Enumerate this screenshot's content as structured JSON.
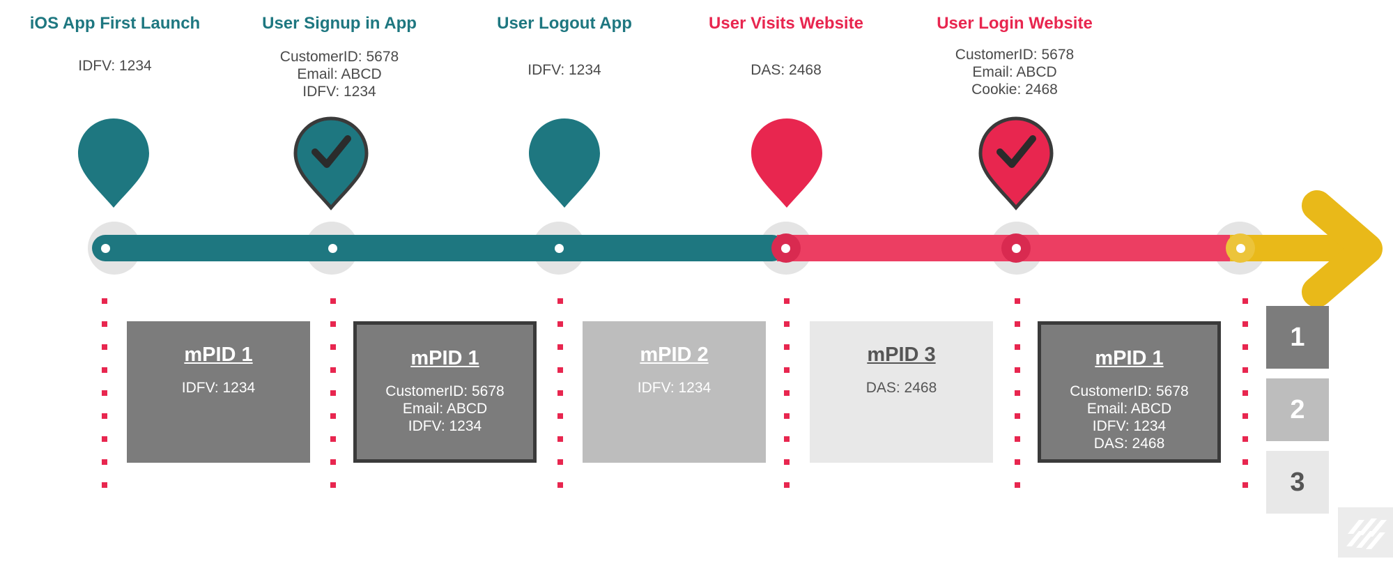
{
  "colors": {
    "teal": "#1e7780",
    "pink": "#e8264f",
    "yellow": "#e9b919",
    "dark_gray": "#7c7c7c",
    "mid_gray": "#bdbdbd",
    "light_gray": "#e8e8e8"
  },
  "events": [
    {
      "title": "iOS App First Launch",
      "info": [
        "IDFV: 1234"
      ],
      "color": "teal",
      "checked": false
    },
    {
      "title": "User Signup in App",
      "info": [
        "CustomerID: 5678",
        "Email: ABCD",
        "IDFV:  1234"
      ],
      "color": "teal",
      "checked": true
    },
    {
      "title": "User Logout App",
      "info": [
        "IDFV: 1234"
      ],
      "color": "teal",
      "checked": false
    },
    {
      "title": "User Visits Website",
      "info": [
        "DAS: 2468"
      ],
      "color": "pink",
      "checked": false
    },
    {
      "title": "User Login Website",
      "info": [
        "CustomerID: 5678",
        "Email: ABCD",
        "Cookie: 2468"
      ],
      "color": "pink",
      "checked": true
    }
  ],
  "profiles": [
    {
      "title": "mPID 1",
      "body": "IDFV:  1234"
    },
    {
      "title": "mPID 1",
      "body": "CustomerID: 5678\nEmail: ABCD\nIDFV:  1234"
    },
    {
      "title": "mPID 2",
      "body": "IDFV:  1234"
    },
    {
      "title": "mPID 3",
      "body": "DAS:  2468"
    },
    {
      "title": "mPID 1",
      "body": "CustomerID: 5678\nEmail: ABCD\nIDFV:  1234\nDAS: 2468"
    }
  ],
  "legend": [
    "1",
    "2",
    "3"
  ]
}
